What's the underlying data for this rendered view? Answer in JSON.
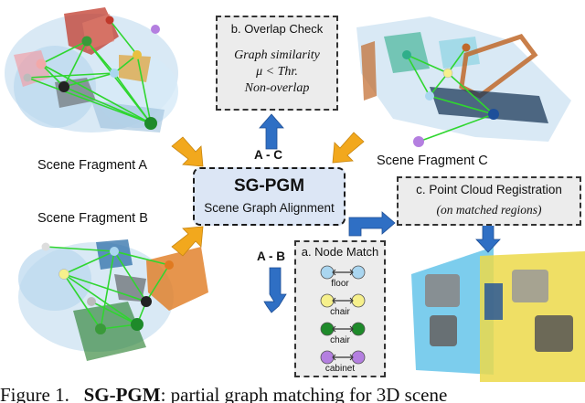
{
  "fragments": {
    "a": "Scene Fragment A",
    "b": "Scene Fragment B",
    "c": "Scene Fragment C"
  },
  "center": {
    "title": "SG-PGM",
    "subtitle": "Scene Graph Alignment"
  },
  "overlap": {
    "title": "b. Overlap Check",
    "line1": "Graph similarity",
    "line2": "μ < Thr.",
    "line3": "Non-overlap"
  },
  "registration": {
    "title": "c. Point Cloud Registration",
    "subtitle": "(on matched regions)"
  },
  "node_match": {
    "title": "a. Node Match",
    "labels": [
      "floor",
      "chair",
      "chair",
      "cabinet"
    ]
  },
  "edges": {
    "ac": "A - C",
    "ab": "A - B"
  },
  "caption": {
    "prefix": "Figure 1.",
    "name": "SG-PGM",
    "rest": ": partial graph matching for 3D scene"
  },
  "colors": {
    "center_fill": "#dce6f5",
    "arrow_blue": "#2f6fc4",
    "arrow_orange": "#f2a81d",
    "edge_green": "#2fd62f",
    "node_blue": "#aad6f0",
    "node_yellow": "#f6f08c",
    "node_green": "#1e8a2a",
    "node_purple": "#b47fe0"
  }
}
